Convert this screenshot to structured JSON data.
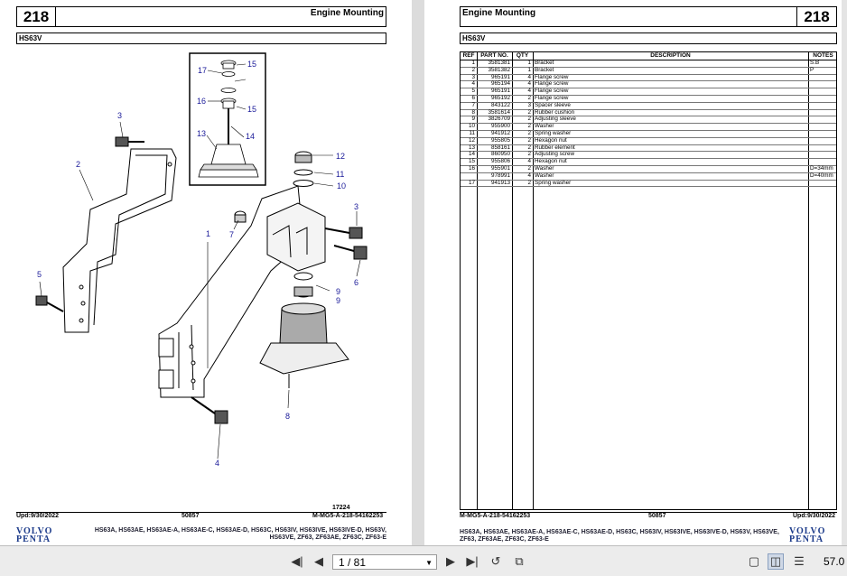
{
  "left_page": {
    "page_number": "218",
    "title": "Engine Mounting",
    "model": "HS63V",
    "footer_upd": "Upd:9/30/2022",
    "footer_code": "50857",
    "footer_ref": "M-MG5-A-218-54162253",
    "figure_id": "17224",
    "models_line1": "HS63A, HS63AE, HS63AE-A, HS63AE-C, HS63AE-D, HS63C, HS63IV, HS63IVE, HS63IVE-D, HS63V,",
    "models_line2": "HS63VE, ZF63, ZF63AE, ZF63C, ZF63-E",
    "logo_top": "VOLVO",
    "logo_bottom": "PENTA",
    "callouts": [
      "1",
      "2",
      "3",
      "3",
      "4",
      "5",
      "6",
      "7",
      "8",
      "9",
      "9",
      "10",
      "11",
      "12",
      "13",
      "14",
      "15",
      "15",
      "16",
      "17"
    ]
  },
  "right_page": {
    "page_number": "218",
    "title": "Engine Mounting",
    "model": "HS63V",
    "footer_ref": "M-MG5-A-218-54162253",
    "footer_code": "50857",
    "footer_upd": "Upd:9/30/2022",
    "models_line1": "HS63A, HS63AE, HS63AE-A, HS63AE-C, HS63AE-D, HS63C, HS63IV, HS63IVE, HS63IVE-D, HS63V, HS63VE,",
    "models_line2": "ZF63, ZF63AE, ZF63C, ZF63-E",
    "logo_top": "VOLVO",
    "logo_bottom": "PENTA",
    "table_headers": {
      "ref": "REF",
      "part_no": "PART NO.",
      "qty": "QTY",
      "description": "DESCRIPTION",
      "notes": "NOTES"
    },
    "rows": [
      {
        "ref": "1",
        "part": "3581381",
        "qty": "1",
        "desc": "Bracket",
        "notes": "S.B"
      },
      {
        "ref": "2",
        "part": "3581382",
        "qty": "1",
        "desc": "Bracket",
        "notes": "P"
      },
      {
        "ref": "3",
        "part": "965191",
        "qty": "4",
        "desc": "Flange screw",
        "notes": ""
      },
      {
        "ref": "4",
        "part": "965194",
        "qty": "4",
        "desc": "Flange screw",
        "notes": ""
      },
      {
        "ref": "5",
        "part": "965191",
        "qty": "4",
        "desc": "Flange screw",
        "notes": ""
      },
      {
        "ref": "6",
        "part": "965192",
        "qty": "2",
        "desc": "Flange screw",
        "notes": ""
      },
      {
        "ref": "7",
        "part": "843122",
        "qty": "3",
        "desc": "Spacer sleeve",
        "notes": ""
      },
      {
        "ref": "8",
        "part": "3581614",
        "qty": "2",
        "desc": "Rubber cushion",
        "notes": ""
      },
      {
        "ref": "9",
        "part": "3826709",
        "qty": "2",
        "desc": "Adjusting sleeve",
        "notes": ""
      },
      {
        "ref": "10",
        "part": "955900",
        "qty": "2",
        "desc": "Washer",
        "notes": ""
      },
      {
        "ref": "11",
        "part": "941912",
        "qty": "2",
        "desc": "Spring washer",
        "notes": ""
      },
      {
        "ref": "12",
        "part": "955805",
        "qty": "2",
        "desc": "Hexagon nut",
        "notes": ""
      },
      {
        "ref": "13",
        "part": "858161",
        "qty": "2",
        "desc": "Rubber element",
        "notes": ""
      },
      {
        "ref": "14",
        "part": "860950",
        "qty": "2",
        "desc": "Adjusting screw",
        "notes": ""
      },
      {
        "ref": "15",
        "part": "955806",
        "qty": "4",
        "desc": "Hexagon nut",
        "notes": ""
      },
      {
        "ref": "16",
        "part": "955901",
        "qty": "2",
        "desc": "Washer",
        "notes": "D=34mm"
      },
      {
        "ref": "",
        "part": "978991",
        "qty": "4",
        "desc": "Washer",
        "notes": "D=40mm"
      },
      {
        "ref": "17",
        "part": "941913",
        "qty": "2",
        "desc": "Spring washer",
        "notes": ""
      }
    ]
  },
  "toolbar": {
    "page_indicator": "1 / 81",
    "zoom": "57.0",
    "icons": [
      "first-page-icon",
      "prev-page-icon",
      "next-page-icon",
      "last-page-icon",
      "rotate-icon",
      "copy-icon",
      "single-page-icon",
      "two-page-icon",
      "continuous-icon"
    ]
  }
}
